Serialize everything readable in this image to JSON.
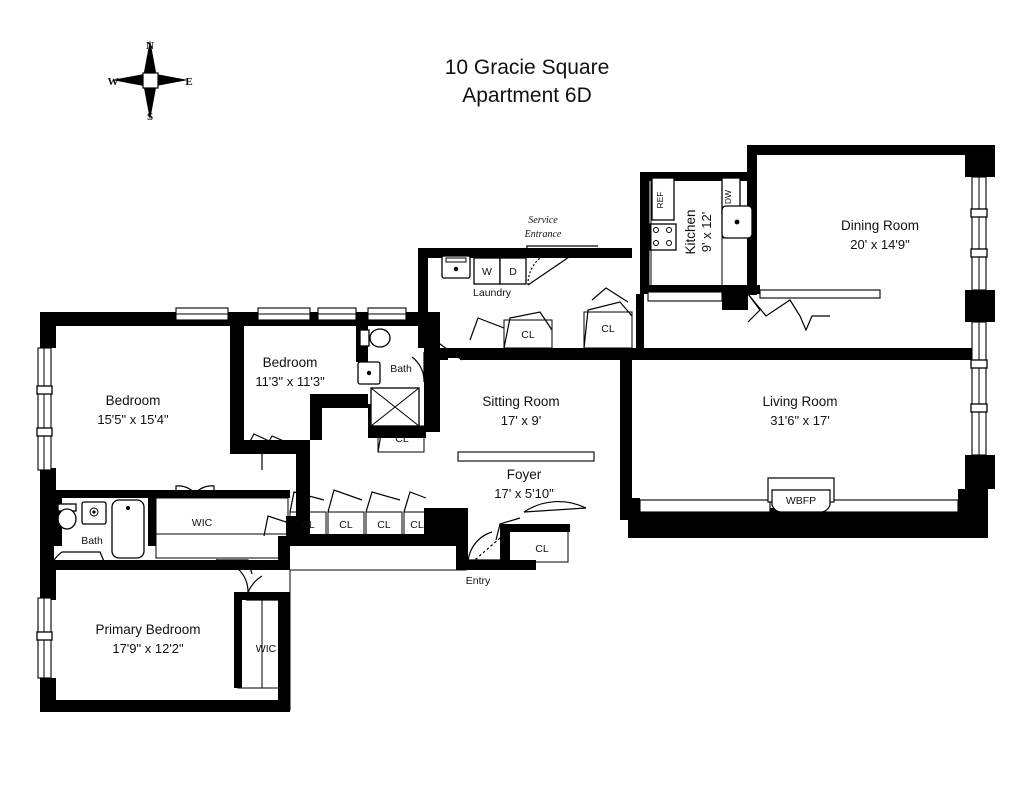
{
  "document": {
    "title_line1": "10 Gracie Square",
    "title_line2": "Apartment 6D",
    "type": "floor-plan"
  },
  "compass": {
    "north": "N",
    "south": "S",
    "east": "E",
    "west": "W"
  },
  "rooms": [
    {
      "name": "Bedroom",
      "dimensions": "15'5\" x 15'4\""
    },
    {
      "name": "Bedroom",
      "dimensions": "11'3\" x 11'3\""
    },
    {
      "name": "Primary Bedroom",
      "dimensions": "17'9\" x 12'2\""
    },
    {
      "name": "Sitting Room",
      "dimensions": "17' x 9'"
    },
    {
      "name": "Foyer",
      "dimensions": "17' x 5'10\""
    },
    {
      "name": "Living Room",
      "dimensions": "31'6\" x 17'"
    },
    {
      "name": "Dining Room",
      "dimensions": "20' x 14'9\""
    },
    {
      "name": "Kitchen",
      "dimensions": "9' x 12'"
    }
  ],
  "labels": {
    "bath_primary": "Bath",
    "bath_secondary": "Bath",
    "wic_upper": "WIC",
    "wic_lower": "WIC",
    "laundry": "Laundry",
    "washer": "W",
    "dryer": "D",
    "service_entrance_line1": "Service",
    "service_entrance_line2": "Entrance",
    "entry": "Entry",
    "refrigerator": "REF",
    "dishwasher": "DW",
    "fireplace": "WBFP",
    "closet": "CL"
  },
  "closets": [
    {
      "id": "cl-sitting-left",
      "label": "CL"
    },
    {
      "id": "cl-sitting-right",
      "label": "CL"
    },
    {
      "id": "cl-hall-upper",
      "label": "CL"
    },
    {
      "id": "cl-row-1",
      "label": "CL"
    },
    {
      "id": "cl-row-2",
      "label": "CL"
    },
    {
      "id": "cl-row-3",
      "label": "CL"
    },
    {
      "id": "cl-row-4",
      "label": "CL"
    },
    {
      "id": "cl-entry",
      "label": "CL"
    }
  ],
  "colors": {
    "wall": "#000000",
    "background": "#ffffff",
    "text": "#111111"
  }
}
